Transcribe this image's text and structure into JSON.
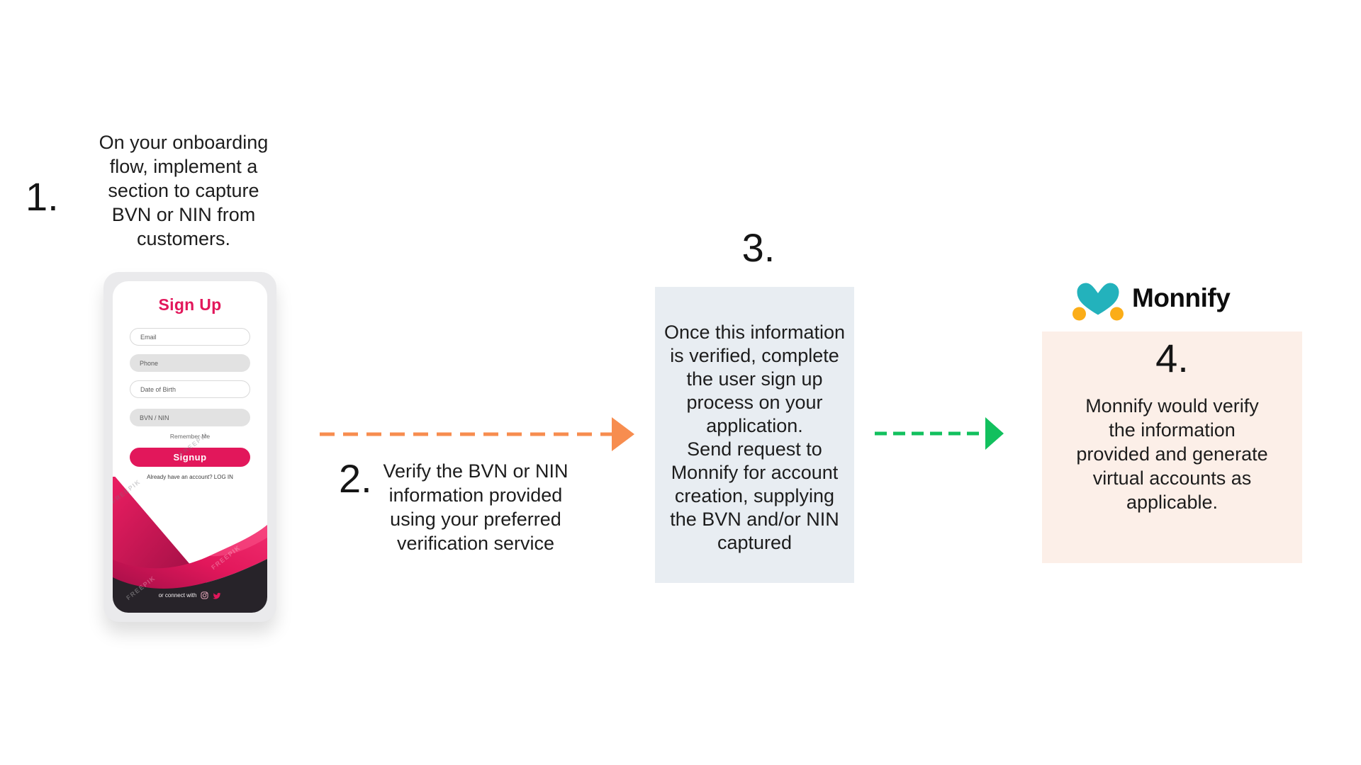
{
  "page": {
    "background": "#ffffff"
  },
  "steps": {
    "step1": {
      "number": "1.",
      "text": "On your onboarding\nflow, implement a\nsection to capture\nBVN or NIN from\ncustomers."
    },
    "step2": {
      "number": "2.",
      "text": "Verify the BVN or NIN\ninformation provided\nusing your preferred\nverification service"
    },
    "step3": {
      "number": "3.",
      "text": "Once this information\nis verified, complete\nthe user sign up\nprocess on your\napplication.\nSend request to\nMonnify for account\ncreation, supplying\nthe BVN and/or NIN\ncaptured",
      "box_color": "#e8edf2"
    },
    "step4": {
      "number": "4.",
      "text": "Monnify would verify\nthe information\nprovided and generate\nvirtual accounts as\napplicable.",
      "box_color": "#fcefe8"
    }
  },
  "brand": {
    "name": "Monnify",
    "teal": "#23b2bc",
    "orange": "#fbad18"
  },
  "arrows": {
    "orange": "#f78d4f",
    "green": "#12c05e"
  },
  "phone": {
    "title": "Sign Up",
    "accent": "#e2175b",
    "fields": [
      {
        "label": "Email",
        "style": "outline"
      },
      {
        "label": "Phone",
        "style": "filled"
      },
      {
        "label": "Date of Birth",
        "style": "outline"
      },
      {
        "label": "BVN / NIN",
        "style": "filled"
      }
    ],
    "remember": "Remember Me",
    "button": "Signup",
    "login_hint": "Already have an account? LOG IN",
    "connect": "or connect with",
    "watermark": "FREEPIK"
  }
}
